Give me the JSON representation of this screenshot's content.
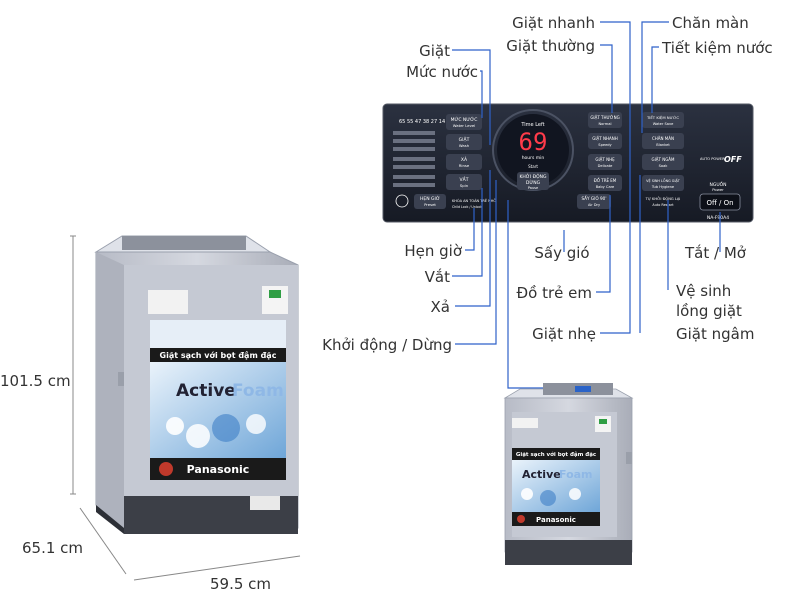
{
  "callouts": {
    "giat_nhanh": "Giặt nhanh",
    "giat_thuong": "Giặt thường",
    "giat": "Giặt",
    "muc_nuoc": "Mức nước",
    "chan_man": "Chăn màn",
    "tiet_kiem_nuoc": "Tiết kiệm nước",
    "hen_gio": "Hẹn giờ",
    "vat": "Vắt",
    "xa": "Xả",
    "khoi_dong_dung": "Khởi động / Dừng",
    "say_gio": "Sấy gió",
    "do_tre_em": "Đồ trẻ em",
    "giat_nhe": "Giặt nhẹ",
    "tat_mo": "Tắt / Mở",
    "ve_sinh_line1": "Vệ sinh",
    "ve_sinh_line2": "lồng giặt",
    "giat_ngam": "Giặt ngâm"
  },
  "dimensions": {
    "height": "101.5 cm",
    "depth": "65.1 cm",
    "width": "59.5 cm"
  },
  "panel": {
    "display_digits": "69",
    "time_left": "Time Left",
    "hours_min": "hours  min",
    "start_label": "Start",
    "khoi_dong": "KHỞI ĐỘNG",
    "dung": "DỪNG",
    "pause": "Pause",
    "water_levels": "65 55 47 38 27 14",
    "muc_nuoc_btn": "MỨC NƯỚC",
    "water_level_en": "Water Level",
    "giat_btn": "GIẶT",
    "wash_en": "Wash",
    "xa_btn": "XẢ",
    "rinse_en": "Rinse",
    "vat_btn": "VẮT",
    "spin_en": "Spin",
    "hen_gio_btn": "HẸN GIỜ",
    "preset_en": "Preset",
    "child_lock": "KHÓA AN TOÀN TRẺ NHỎ",
    "child_lock_en": "Child Lock / Unlock",
    "giat_thuong_btn": "GIẶT THƯỜNG",
    "normal_en": "Normal",
    "giat_nhanh_btn": "GIẶT NHANH",
    "speedy_en": "Speedy",
    "giat_nhe_btn": "GIẶT NHẸ",
    "delicate_en": "Delicate",
    "do_tre_em_btn": "ĐỒ TRẺ EM",
    "baby_care_en": "Baby Care",
    "say_gio_btn": "SẤY GIÓ 90'",
    "air_dry_en": "Air Dry",
    "tiet_kiem_btn": "TIẾT KIỆM NƯỚC",
    "water_save_en": "Water Save",
    "chan_man_btn": "CHĂN MÀN",
    "blanket_en": "Blanket",
    "giat_ngam_btn": "GIẶT NGÂM",
    "soak_en": "Soak",
    "ve_sinh_btn": "VỆ SINH LỒNG GIẶT",
    "tub_hygiene_en": "Tub Hygiene",
    "auto_restart": "TỰ KHỞI ĐỘNG LẠI",
    "auto_restart_en": "Auto Restart",
    "auto_power_off": "AUTO POWER",
    "off_big": "OFF",
    "nguon": "NGUỒN",
    "power_en": "Power",
    "off_on": "Off / On",
    "model": "NA-F90A4"
  },
  "machine": {
    "banner": "Giặt sạch với bọt đậm đặc",
    "brand": "Panasonic",
    "activefoam_1": "Active",
    "activefoam_2": "Foam"
  },
  "colors": {
    "leader": "#2f62c9",
    "panel_bg": "#1e2330",
    "display_red": "#ff3b4a",
    "body_grey": "#c9ccd6",
    "banner_dark": "#1a1a1a"
  }
}
